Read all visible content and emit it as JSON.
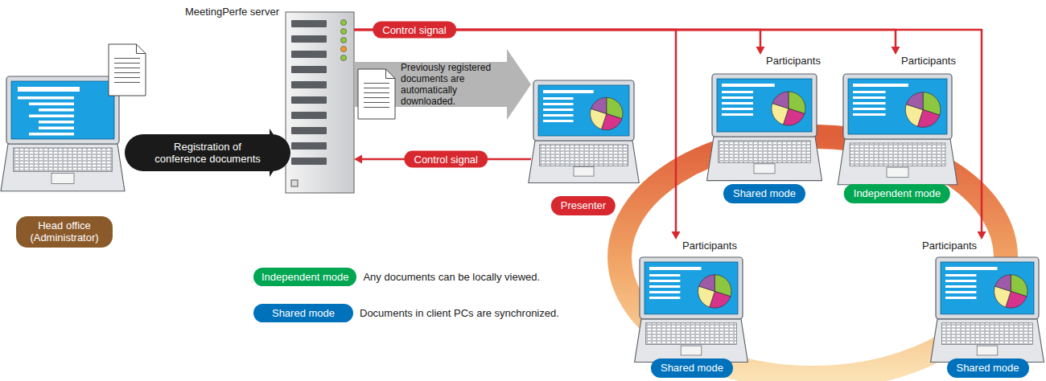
{
  "diagram": {
    "nodes": [
      {
        "text": [
          "Head office (Administrator)"
        ]
      },
      {
        "text": [
          "MeetingPerfe server"
        ]
      },
      {
        "text": [
          "Presenter"
        ]
      },
      {
        "text": [
          "Participants",
          "Shared mode"
        ]
      },
      {
        "text": [
          "Participants",
          "Independent mode"
        ]
      },
      {
        "text": [
          "Participants",
          "Shared mode"
        ]
      },
      {
        "text": [
          "Participants",
          "Shared mode"
        ]
      }
    ],
    "edges": [
      {
        "from": 0,
        "to": 1,
        "label": "Registration of conference documents",
        "arrow": "to"
      },
      {
        "from": 2,
        "to": 1,
        "label": "Control signal",
        "arrow": "to"
      },
      {
        "from": 1,
        "to": 2,
        "label": "Previously registered documents are automatically downloaded.",
        "arrow": "to"
      },
      {
        "from": 1,
        "to": 3,
        "label": "Control signal",
        "arrow": "to"
      },
      {
        "from": 1,
        "to": 4,
        "arrow": "to"
      },
      {
        "from": 1,
        "to": 5,
        "arrow": "to"
      },
      {
        "from": 1,
        "to": 6,
        "arrow": "to"
      }
    ],
    "labels": [
      "Independent mode",
      "Shared mode"
    ],
    "legend": [
      {
        "text": "Any documents can be locally viewed.",
        "color": "#00a651"
      },
      {
        "text": "Documents in client PCs are synchronized.",
        "color": "#0072bc"
      }
    ]
  }
}
